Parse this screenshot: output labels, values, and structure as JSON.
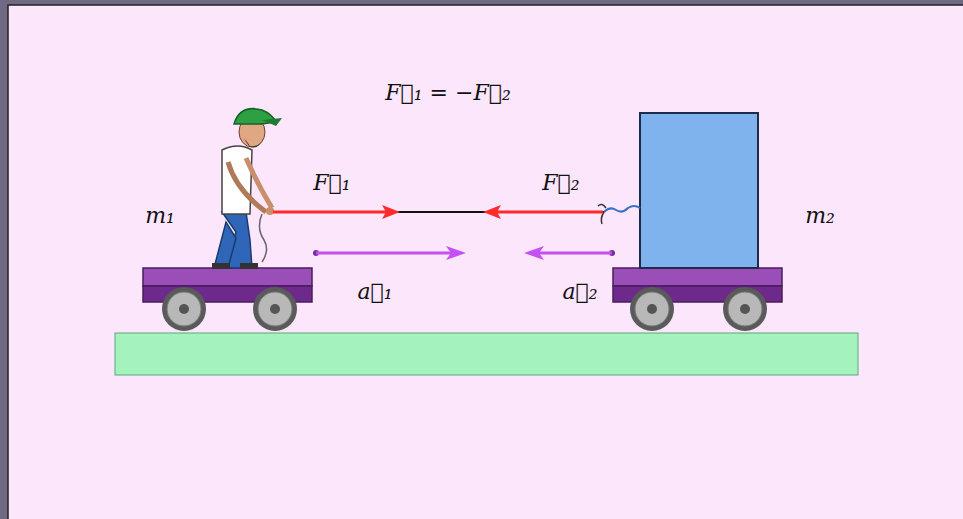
{
  "diagram": {
    "labels": [
      "F⃗₁ = −F⃗₂",
      "m₁",
      "F⃗₁",
      "F⃗₂",
      "m₂",
      "a⃗₁",
      "a⃗₂"
    ]
  }
}
